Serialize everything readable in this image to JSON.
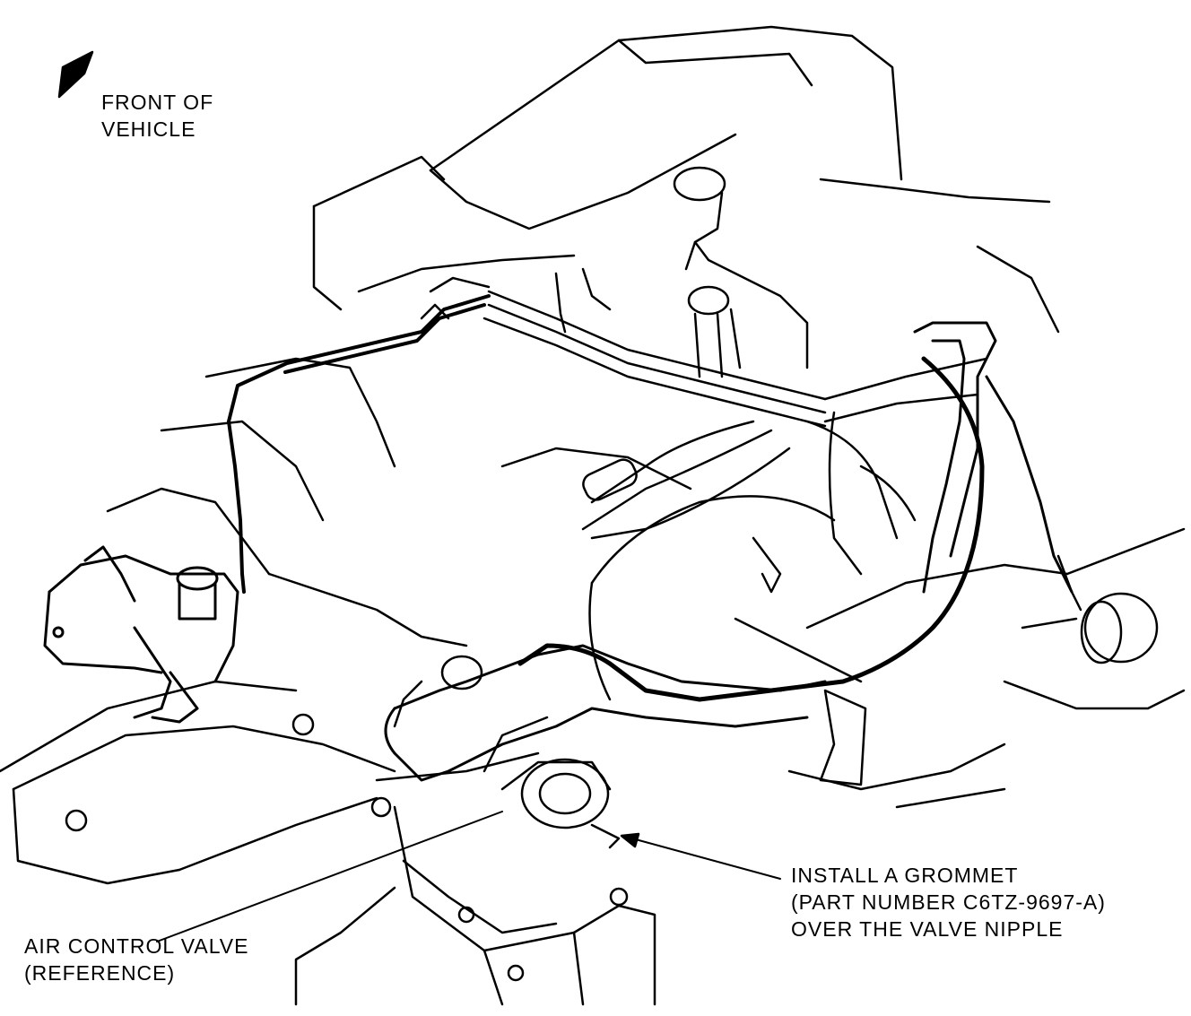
{
  "figure": {
    "front_label": [
      "FRONT OF",
      "VEHICLE"
    ],
    "callout_grommet": [
      "INSTALL A GROMMET",
      "(PART NUMBER C6TZ-9697-A)",
      "OVER THE VALVE NIPPLE"
    ],
    "callout_air_valve": [
      "AIR CONTROL VALVE",
      "(REFERENCE)"
    ],
    "colors": {
      "ink": "#000000",
      "paper": "#ffffff"
    }
  }
}
